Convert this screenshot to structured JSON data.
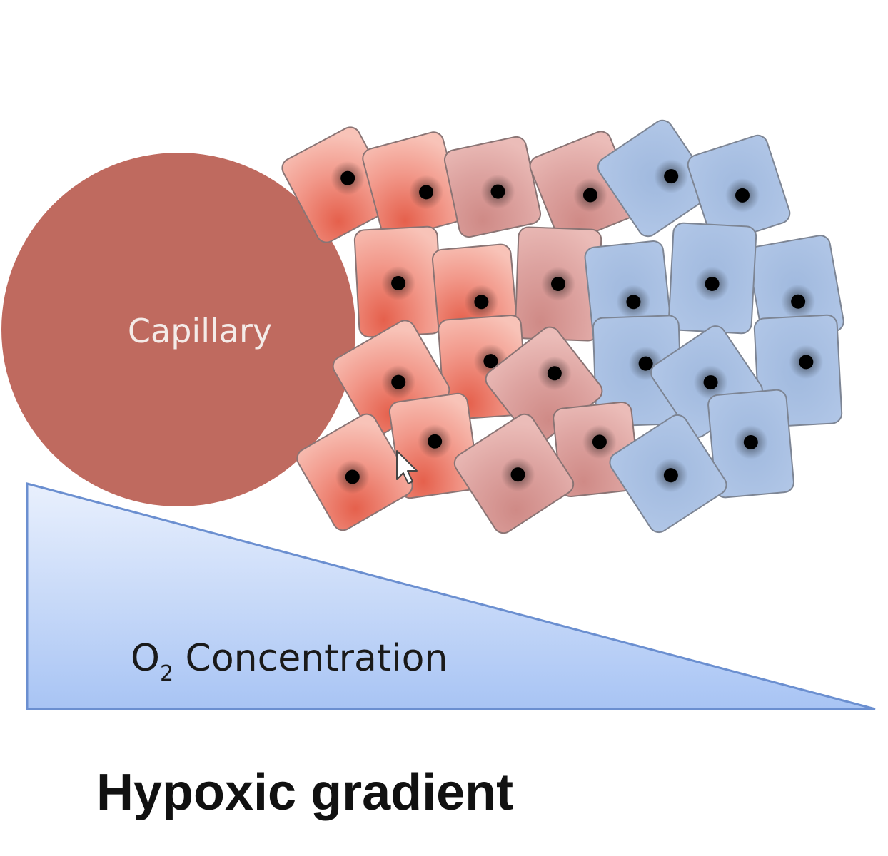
{
  "capillary": {
    "label": "Capillary",
    "color": "#bf6a5f",
    "label_color": "#f4ebe8"
  },
  "gradient": {
    "label_base": "O",
    "label_subscript": "2",
    "label_rest": " Concentration",
    "fill_top": "#e9f0fd",
    "fill_bottom": "#a8c4f4",
    "stroke": "#6b8fd0"
  },
  "title": "Hypoxic gradient",
  "cells": {
    "colors": {
      "oxygenated": "#f1a89c",
      "intermediate": "#dda3a0",
      "hypoxic": "#a6bee0"
    },
    "nucleus_color": "#000000",
    "cursor": "arrow-cursor-icon"
  }
}
